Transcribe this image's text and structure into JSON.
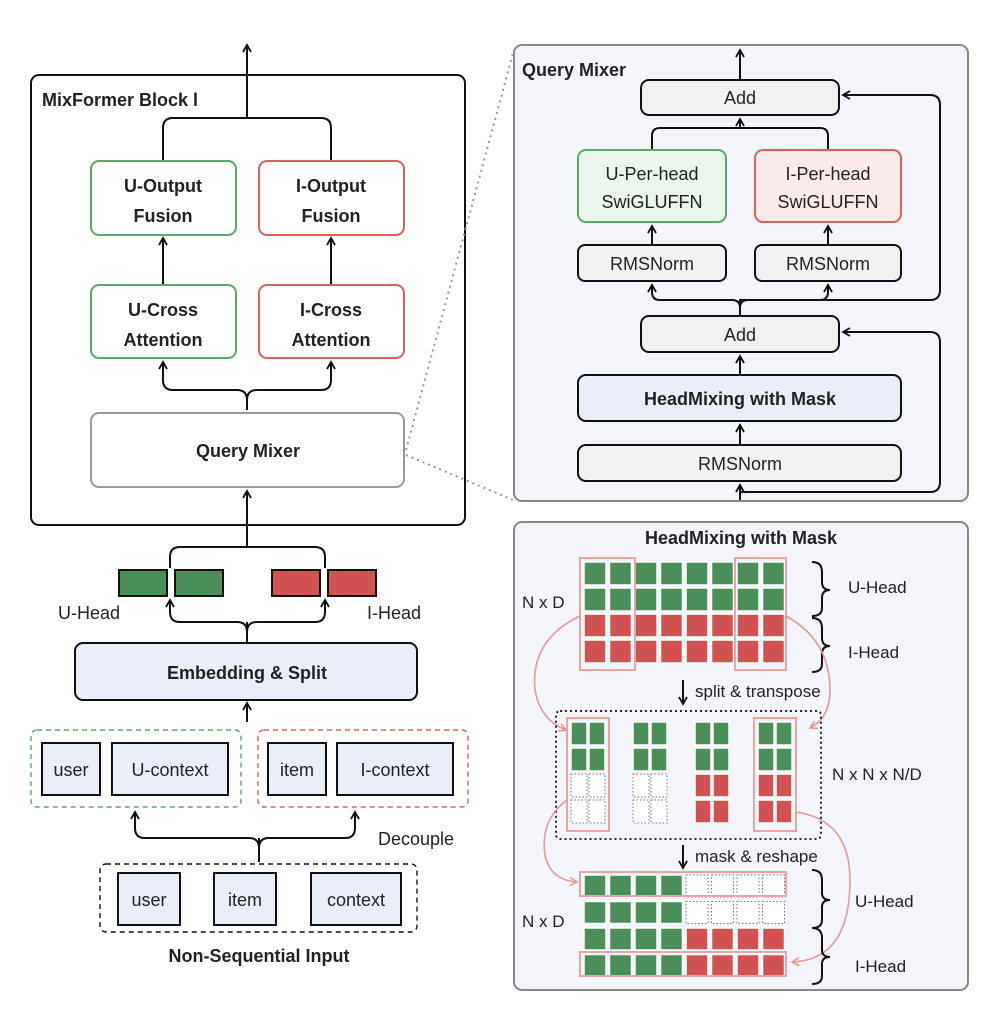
{
  "colors": {
    "green_fill": "#4a8f5a",
    "green_border": "#5aa86a",
    "green_light": "#eaf6ec",
    "red_fill": "#d05352",
    "red_border": "#d9605e",
    "red_light": "#fbeaea",
    "blue_light": "#e9eef9",
    "panel_bg": "#f4f5fa",
    "grey_box": "#f1f1f1",
    "pink_line": "#e8a5a5"
  },
  "left": {
    "block_title": "MixFormer Block l",
    "u_output_fusion": [
      "U-Output",
      "Fusion"
    ],
    "i_output_fusion": [
      "I-Output",
      "Fusion"
    ],
    "u_cross_attention": [
      "U-Cross",
      "Attention"
    ],
    "i_cross_attention": [
      "I-Cross",
      "Attention"
    ],
    "query_mixer": "Query Mixer",
    "u_head": "U-Head",
    "i_head": "I-Head",
    "embedding_split": "Embedding & Split",
    "user": "user",
    "u_context": "U-context",
    "item": "item",
    "i_context": "I-context",
    "decouple": "Decouple",
    "input_user": "user",
    "input_item": "item",
    "input_context": "context",
    "non_sequential_input": "Non-Sequential Input"
  },
  "query_mixer_panel": {
    "title": "Query Mixer",
    "add_top": "Add",
    "u_per_head": [
      "U-Per-head",
      "SwiGLUFFN"
    ],
    "i_per_head": [
      "I-Per-head",
      "SwiGLUFFN"
    ],
    "rmsnorm_left": "RMSNorm",
    "rmsnorm_right": "RMSNorm",
    "add_mid": "Add",
    "headmixing": "HeadMixing with Mask",
    "rmsnorm_bottom": "RMSNorm"
  },
  "headmixing_panel": {
    "title": "HeadMixing with Mask",
    "n_x_d_top": "N x D",
    "u_head_top": "U-Head",
    "i_head_top": "I-Head",
    "split_transpose": "split & transpose",
    "n_x_n_x_nd": "N x N x N/D",
    "mask_reshape": "mask & reshape",
    "n_x_d_bottom": "N x D",
    "u_head_bottom": "U-Head",
    "i_head_bottom": "I-Head"
  }
}
